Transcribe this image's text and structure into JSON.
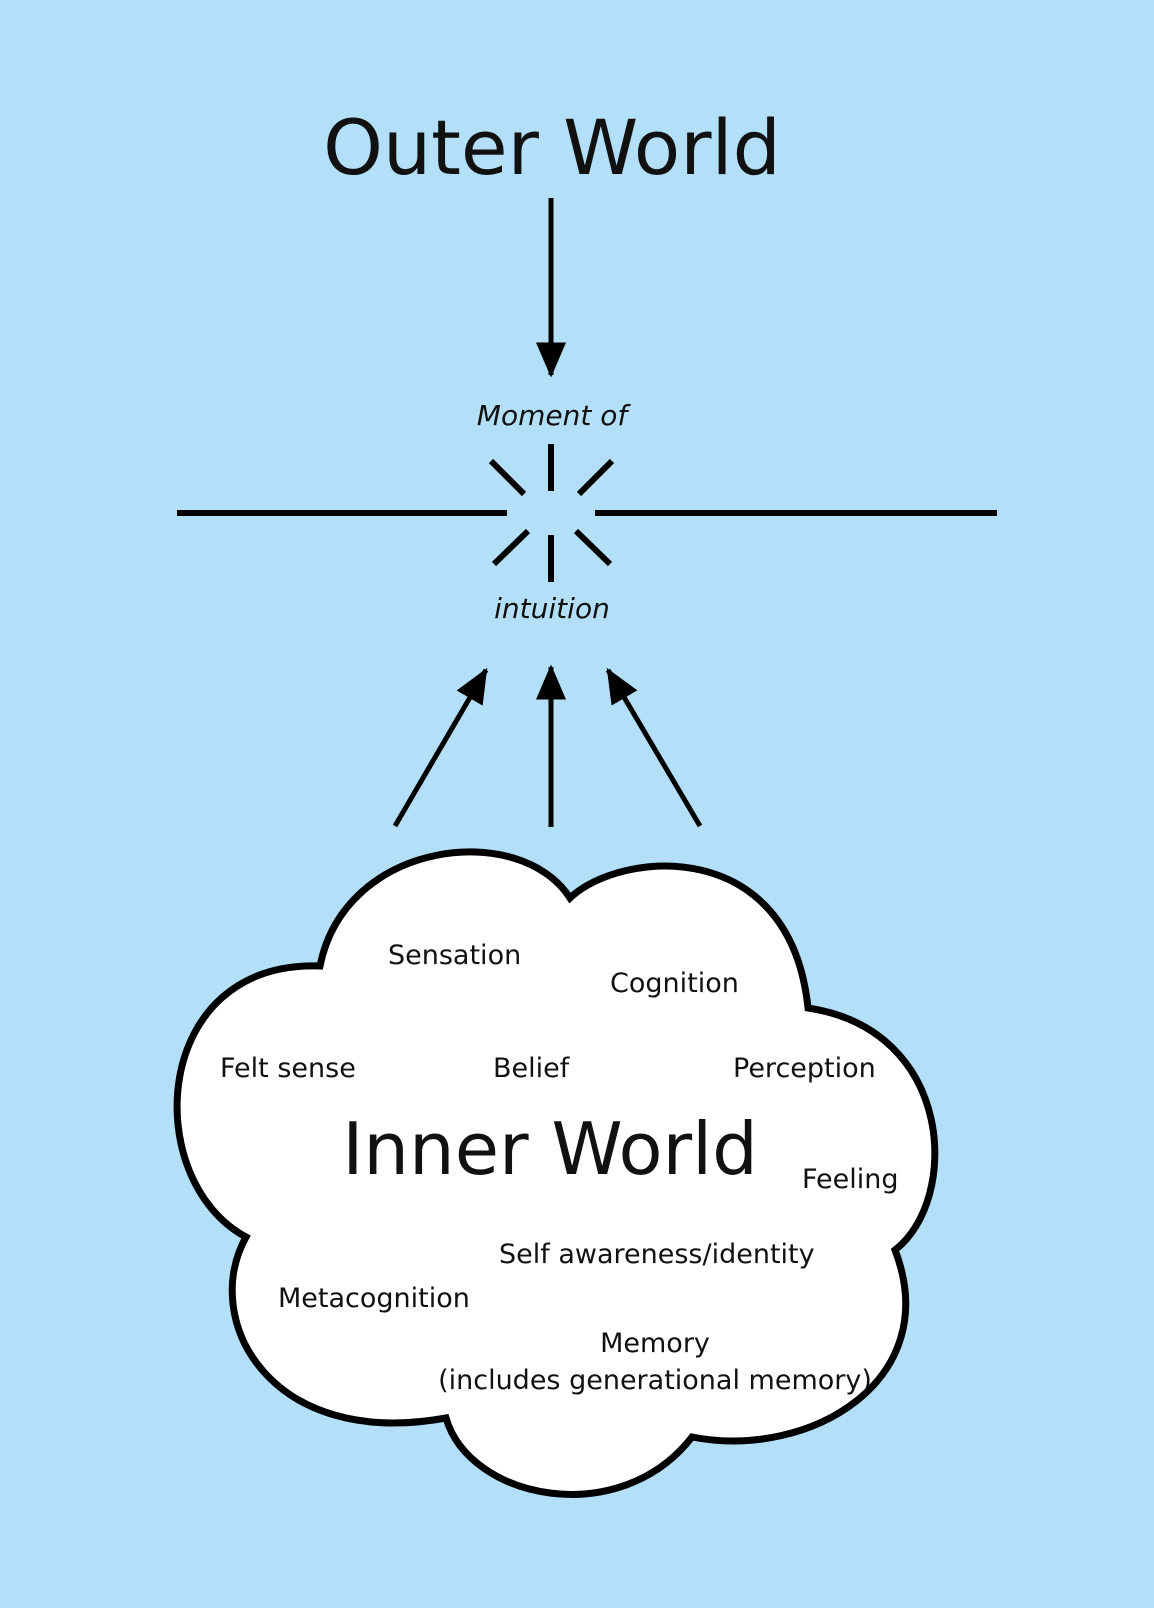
{
  "outer_world": "Outer World",
  "moment_of": "Moment of",
  "intuition": "intuition",
  "inner_world": "Inner World",
  "inner_items": {
    "sensation": "Sensation",
    "cognition": "Cognition",
    "felt_sense": "Felt sense",
    "belief": "Belief",
    "perception": "Perception",
    "feeling": "Feeling",
    "self_awareness": "Self awareness/identity",
    "metacognition": "Metacognition",
    "memory": "Memory",
    "memory_note": "(includes generational memory)"
  },
  "colors": {
    "background": "#b3e0f8",
    "line": "#000000",
    "cloud_fill": "#ffffff"
  }
}
